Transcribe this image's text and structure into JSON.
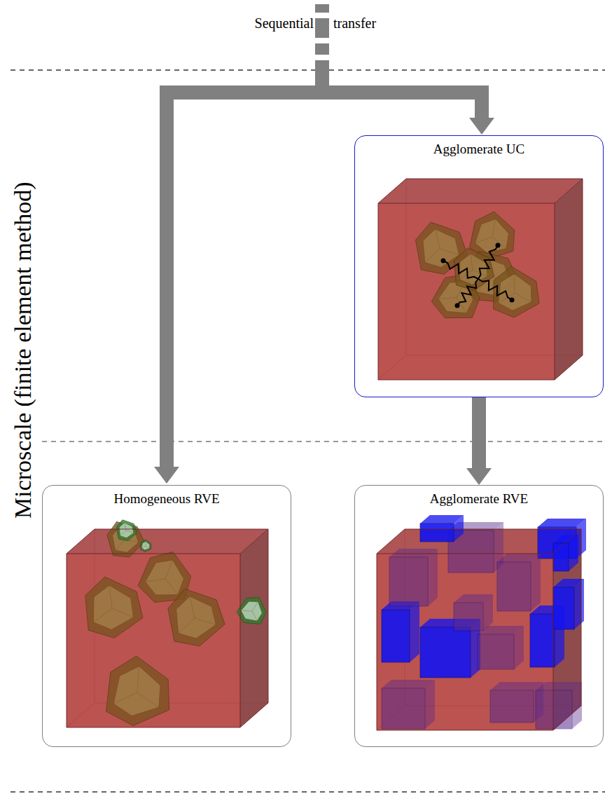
{
  "diagram": {
    "nodes": [
      {
        "text": [
          "Agglomerate UC"
        ]
      },
      {
        "text": [
          "Homogeneous RVE"
        ]
      },
      {
        "text": [
          "Agglomerate RVE"
        ]
      }
    ],
    "edges": [
      {
        "from": 0,
        "to": 2,
        "arrow": "to"
      }
    ],
    "labels": [
      "Sequential",
      "transfer",
      "Microscale (finite element method)"
    ]
  }
}
